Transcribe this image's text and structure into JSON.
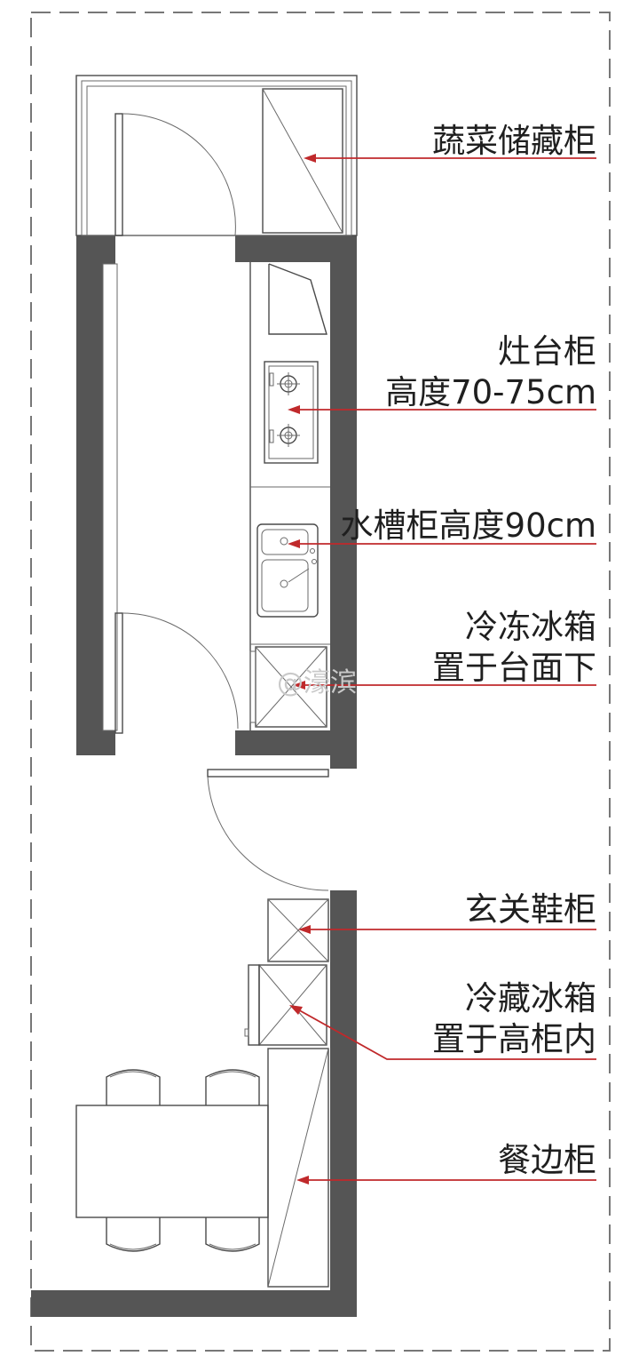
{
  "labels": {
    "vegetable_storage": "蔬菜储藏柜",
    "stove_cabinet_line1": "灶台柜",
    "stove_cabinet_line2": "高度70-75cm",
    "sink_cabinet": "水槽柜高度90cm",
    "freezer_line1": "冷冻冰箱",
    "freezer_line2": "置于台面下",
    "shoe_cabinet": "玄关鞋柜",
    "fridge_line1": "冷藏冰箱",
    "fridge_line2": "置于高柜内",
    "sideboard": "餐边柜"
  },
  "watermark": "@濠滨",
  "colors": {
    "wall": "#555555",
    "leader": "#c0292b",
    "text": "#1f1f1f"
  }
}
